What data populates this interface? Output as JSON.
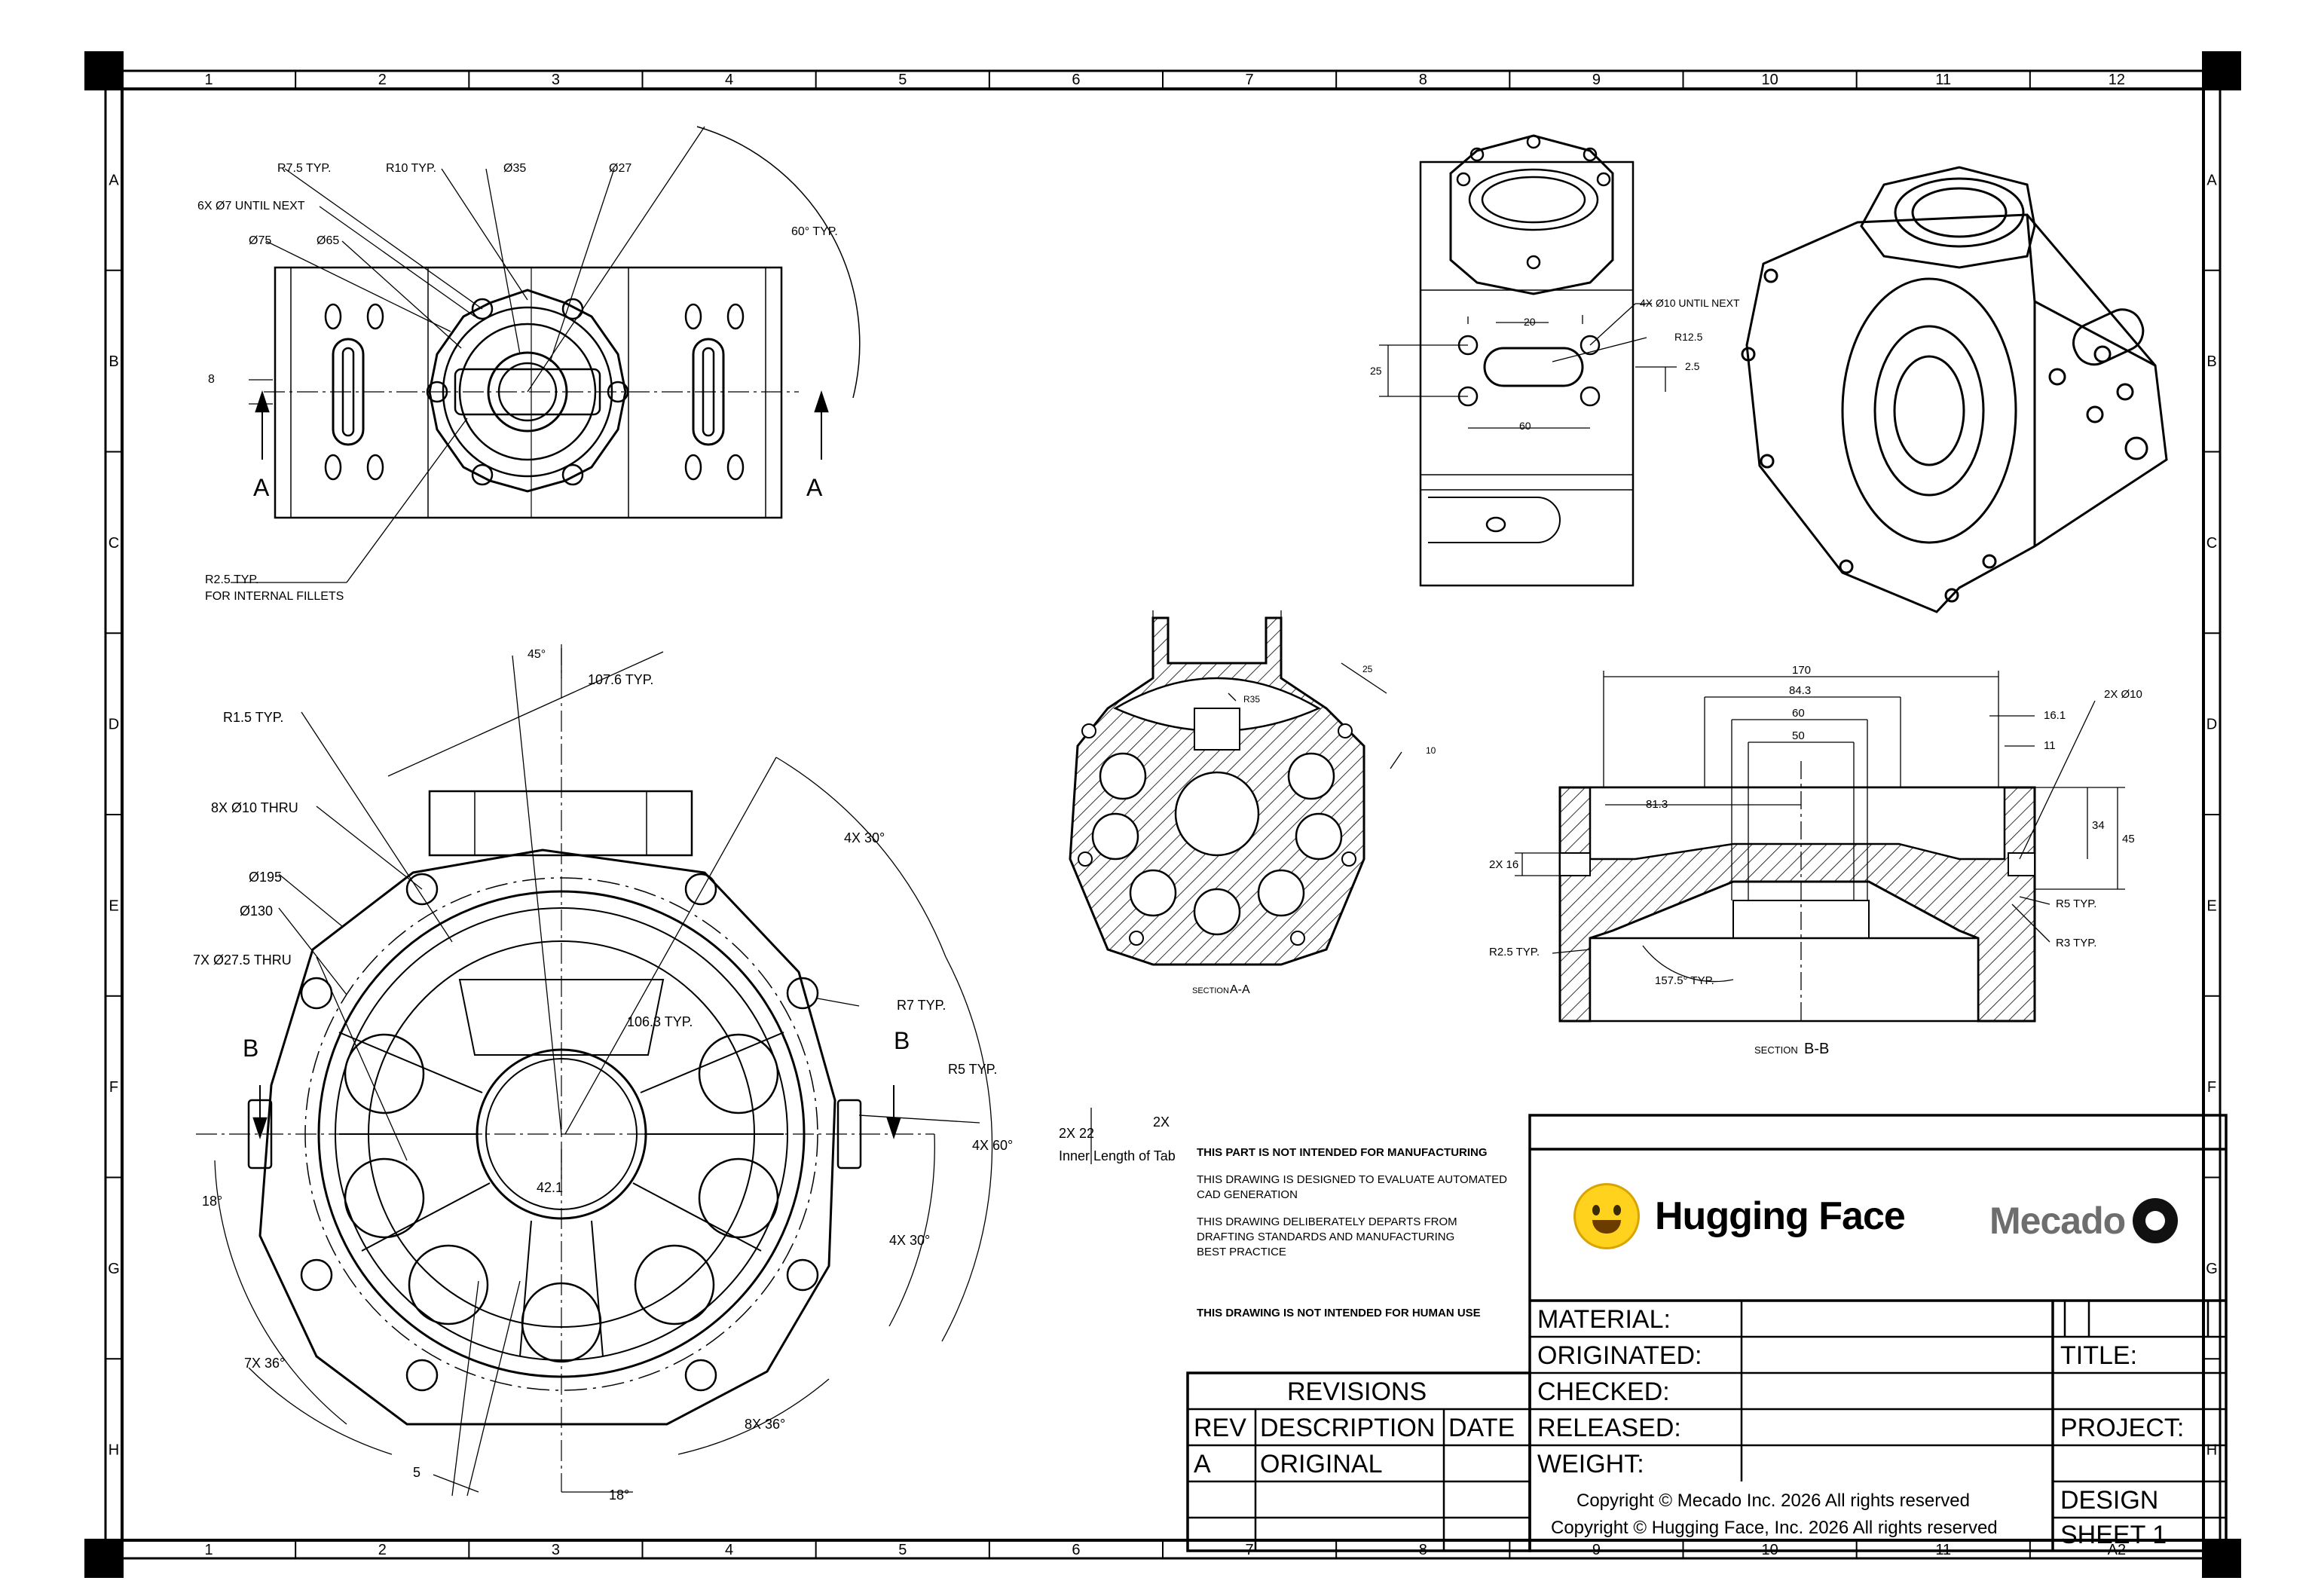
{
  "sheet": {
    "col_numbers": [
      "1",
      "2",
      "3",
      "4",
      "5",
      "6",
      "7",
      "8",
      "9",
      "10",
      "11",
      "12"
    ],
    "bottom_last_label": "A2",
    "row_letters": [
      "A",
      "B",
      "C",
      "D",
      "E",
      "F",
      "G",
      "H"
    ]
  },
  "top_view": {
    "dims": [
      "R7.5  TYP.",
      "R10  TYP.",
      "Ø35",
      "Ø27",
      "6X  Ø7  UNTIL NEXT",
      "Ø75",
      "Ø65",
      "60°  TYP.",
      "8"
    ],
    "section_left": "A",
    "section_right": "A",
    "fillet_note_1": "R2.5  TYP.",
    "fillet_note_2": "FOR INTERNAL FILLETS"
  },
  "side_view": {
    "dims": [
      "4X  Ø10  UNTIL NEXT",
      "20",
      "R12.5",
      "2.5",
      "25",
      "60"
    ]
  },
  "front_view": {
    "dims": [
      "45°",
      "107.6  TYP.",
      "R1.5  TYP.",
      "8X  Ø10  THRU",
      "Ø195",
      "Ø130",
      "7X  Ø27.5  THRU",
      "4X  30°",
      "R7  TYP.",
      "106.3  TYP.",
      "R5  TYP.",
      "2X  22",
      "2X",
      "4X  60°",
      "Inner Length of Tab",
      "42.1",
      "18°",
      "4X  30°",
      "7X  36°",
      "8X  36°",
      "5",
      "18°"
    ],
    "section_left": "B",
    "section_right": "B"
  },
  "section_aa": {
    "dims": [
      "R35",
      "25",
      "10"
    ],
    "label_prefix": "SECTION",
    "label": "A-A"
  },
  "section_bb": {
    "dims": [
      "170",
      "84.3",
      "60",
      "50",
      "16.1",
      "11",
      "2X  Ø10",
      "81.3",
      "34",
      "45",
      "2X  16",
      "R5  TYP.",
      "R3  TYP.",
      "R2.5  TYP.",
      "157.5°  TYP."
    ],
    "label_prefix": "SECTION",
    "label": "B-B"
  },
  "notes": {
    "n1": "THIS PART IS NOT INTENDED FOR MANUFACTURING",
    "n2": "THIS DRAWING IS DESIGNED TO EVALUATE AUTOMATED CAD GENERATION",
    "n3": "THIS DRAWING DELIBERATELY DEPARTS FROM DRAFTING STANDARDS AND MANUFACTURING BEST PRACTICE",
    "n4": "THIS DRAWING IS NOT INTENDED FOR HUMAN USE"
  },
  "title_block": {
    "hf_name": "Hugging Face",
    "mecado_name": "Mecado",
    "material": "MATERIAL:",
    "originated": "ORIGINATED:",
    "checked": "CHECKED:",
    "released": "RELEASED:",
    "weight": "WEIGHT:",
    "title": "TITLE:",
    "project": "PROJECT:",
    "design": "DESIGN",
    "sheet": "SHEET 1",
    "copyright_1": "Copyright © Mecado Inc. 2026 All rights reserved",
    "copyright_2": "Copyright © Hugging Face, Inc. 2026 All rights reserved",
    "revisions": "REVISIONS",
    "rev_head": "REV",
    "desc_head": "DESCRIPTION",
    "date_head": "DATE",
    "rev_a": "A",
    "rev_a_desc": "ORIGINAL"
  }
}
